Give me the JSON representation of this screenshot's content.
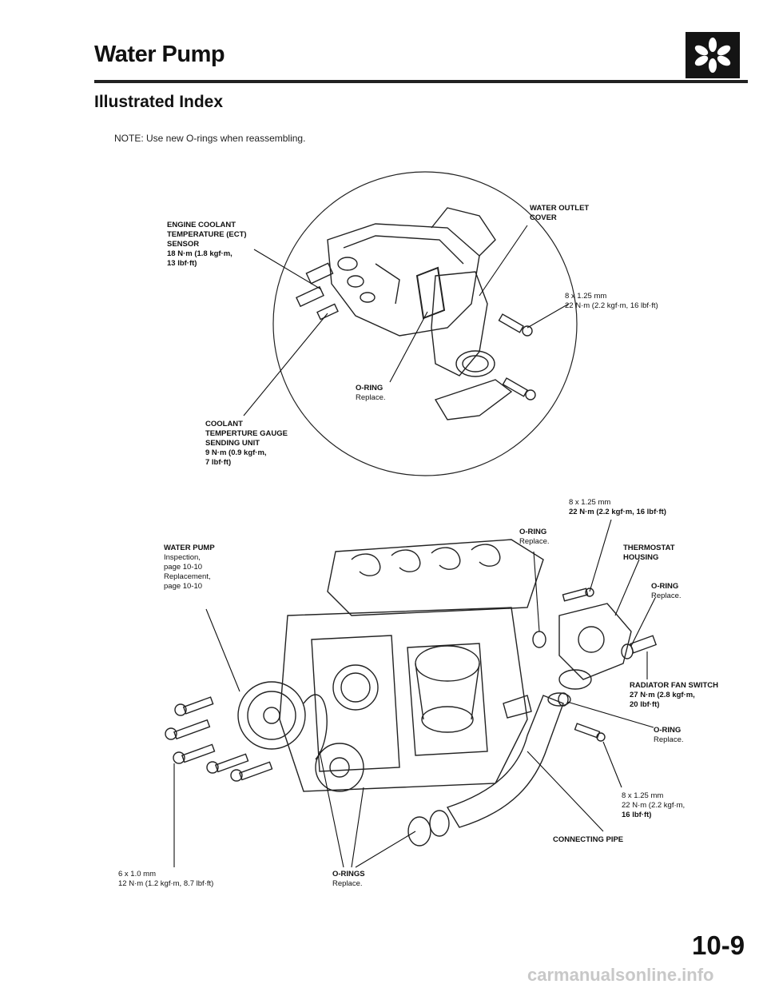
{
  "header": {
    "title": "Water Pump"
  },
  "section": {
    "subtitle": "Illustrated Index"
  },
  "note": "NOTE:  Use new O-rings when reassembling.",
  "labels": {
    "ect_sensor": {
      "name": "ENGINE COOLANT TEMPERATURE (ECT) SENSOR",
      "spec1": "18 N·m (1.8 kgf·m,",
      "spec2": "13 lbf·ft)"
    },
    "water_outlet_cover": "WATER OUTLET COVER",
    "bolt_top": {
      "size": "8 x 1.25 mm",
      "torque": "22 N·m (2.2 kgf·m, 16 lbf·ft)"
    },
    "oring_top": {
      "name": "O-RING",
      "note": "Replace."
    },
    "gauge_unit": {
      "name": "COOLANT TEMPERTURE GAUGE SENDING UNIT",
      "spec1": "9 N·m (0.9 kgf·m,",
      "spec2": "7 lbf·ft)"
    },
    "bolt_mid": {
      "size": "8 x 1.25 mm",
      "torque": "22 N·m (2.2 kgf·m, 16 lbf·ft)"
    },
    "oring_mid": {
      "name": "O-RING",
      "note": "Replace."
    },
    "water_pump": {
      "name": "WATER PUMP",
      "l1": "Inspection,",
      "l2": "page 10-10",
      "l3": "Replacement,",
      "l4": "page 10-10"
    },
    "thermostat_housing": "THERMOSTAT HOUSING",
    "oring_thermo": {
      "name": "O-RING",
      "note": "Replace."
    },
    "radiator_fan_switch": {
      "name": "RADIATOR FAN SWITCH",
      "spec1": "27 N·m (2.8 kgf·m,",
      "spec2": "20 lbf·ft)"
    },
    "oring_pipe": {
      "name": "O-RING",
      "note": "Replace."
    },
    "bolt_pipe": {
      "size": "8 x 1.25 mm",
      "torque1": "22 N·m (2.2 kgf·m,",
      "torque2": "16 lbf·ft)"
    },
    "connecting_pipe": "CONNECTING PIPE",
    "bolt_pump": {
      "size": "6 x 1.0 mm",
      "torque": "12 N·m (1.2 kgf·m, 8.7 lbf·ft)"
    },
    "orings_pump": {
      "name": "O-RINGS",
      "note": "Replace."
    }
  },
  "footer": {
    "page_number": "10-9",
    "watermark": "carmanualsonline.info"
  },
  "icons": {
    "logo": "asterisk-star-icon"
  }
}
